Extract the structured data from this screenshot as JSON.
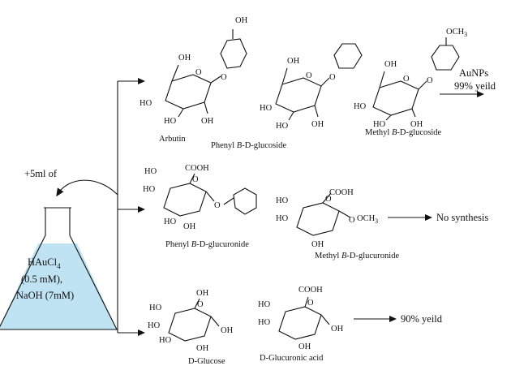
{
  "reagent": {
    "label": "+5ml of",
    "line1": "HAuCl",
    "line1_sub": "4",
    "line2": "(0.5 mM),",
    "line3": "NaOH (7mM)",
    "liquid_color": "#bfe3f2"
  },
  "row1": {
    "compounds": [
      {
        "name": "Arbutin",
        "oh": "OH",
        "o": "O",
        "ho": "HO"
      },
      {
        "name": "Phenyl",
        "italic": "B",
        "suffix": "-D-glucoside",
        "oh": "OH",
        "o": "O",
        "ho": "HO"
      },
      {
        "name": "Methyl",
        "italic": "B",
        "suffix": "-D-glucoside",
        "oh": "OH",
        "o": "O",
        "ho": "HO",
        "och": "OCH",
        "och_sub": "3"
      }
    ],
    "result_line1": "AuNPs",
    "result_line2": "99% yeild"
  },
  "row2": {
    "compounds": [
      {
        "name": "Phenyl",
        "italic": "B",
        "suffix": "-D-glucuronide",
        "cooh": "COOH",
        "oh": "OH",
        "o": "O",
        "ho": "HO"
      },
      {
        "name": "Methyl",
        "italic": "B",
        "suffix": "-D-glucuronide",
        "cooh": "COOH",
        "oh": "OH",
        "o": "O",
        "ho": "HO",
        "och": "OCH",
        "och_sub": "3"
      }
    ],
    "result": "No synthesis"
  },
  "row3": {
    "compounds": [
      {
        "name": "D-Glucose",
        "oh": "OH",
        "o": "O",
        "ho": "HO"
      },
      {
        "name": "D-Glucuronic acid",
        "cooh": "COOH",
        "oh": "OH",
        "o": "O",
        "ho": "HO"
      }
    ],
    "result": "90% yeild"
  }
}
